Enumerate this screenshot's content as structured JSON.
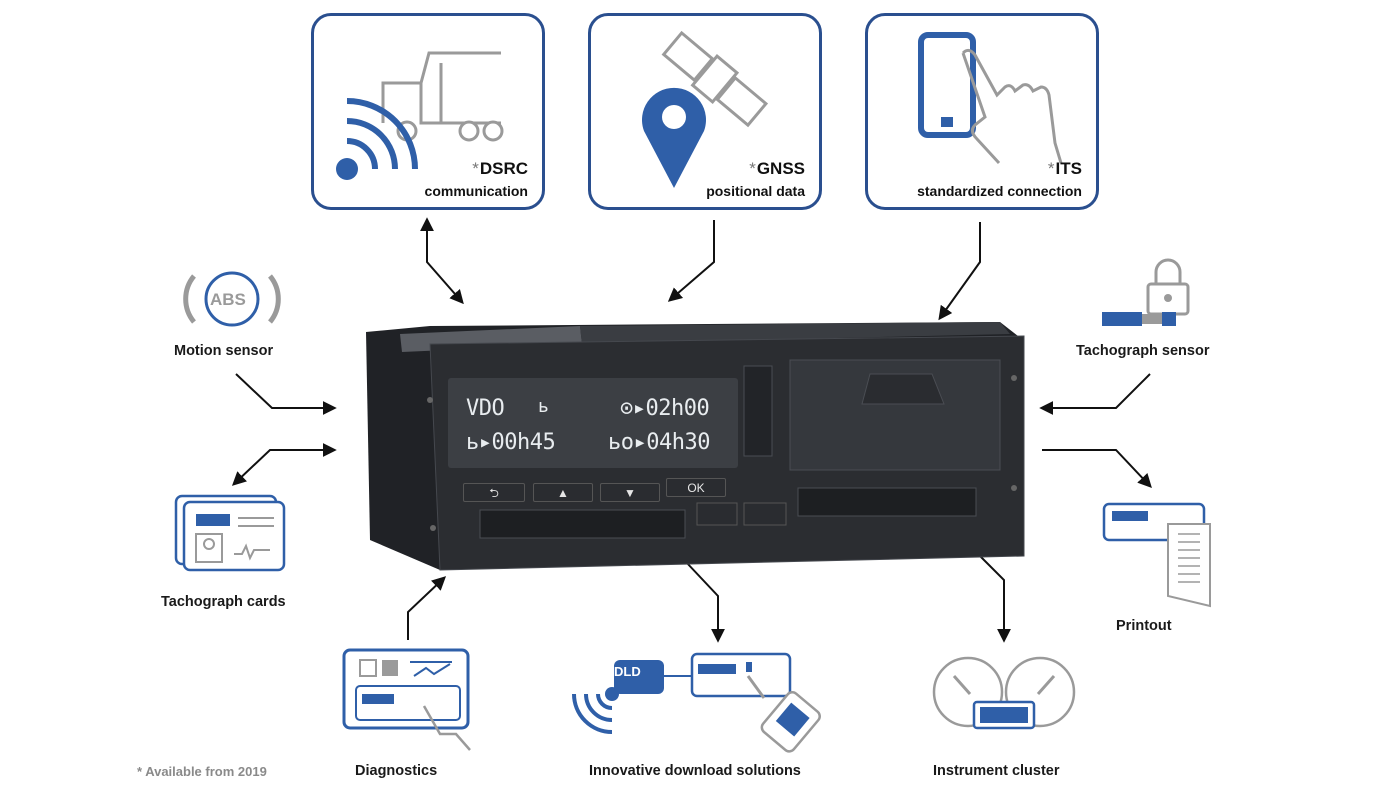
{
  "boxes": {
    "dsrc": {
      "title": "DSRC",
      "subtitle": "communication"
    },
    "gnss": {
      "title": "GNSS",
      "subtitle": "positional data"
    },
    "its": {
      "title": "ITS",
      "subtitle": "standardized connection"
    },
    "asterisk": "*"
  },
  "labels": {
    "motion_sensor": "Motion sensor",
    "abs": "ABS",
    "tachograph_sensor": "Tachograph sensor",
    "tachograph_cards": "Tachograph cards",
    "printout": "Printout",
    "diagnostics": "Diagnostics",
    "download": "Innovative download solutions",
    "dld": "DLD",
    "instrument_cluster": "Instrument cluster"
  },
  "footnote": "* Available from 2019",
  "device": {
    "display_line1_left": "VDO",
    "display_line1_mid": "ь",
    "display_line1_right": "⊙▸02h00",
    "display_line2_left": "ь▸00h45",
    "display_line2_right": "ьo▸04h30",
    "buttons": [
      "⮌",
      "▲",
      "▼",
      "OK"
    ]
  },
  "colors": {
    "accent": "#2a4f8f",
    "blue_fill": "#2f5fa8",
    "device": "#2b2d31",
    "gray_icon": "#9a9a9a"
  }
}
